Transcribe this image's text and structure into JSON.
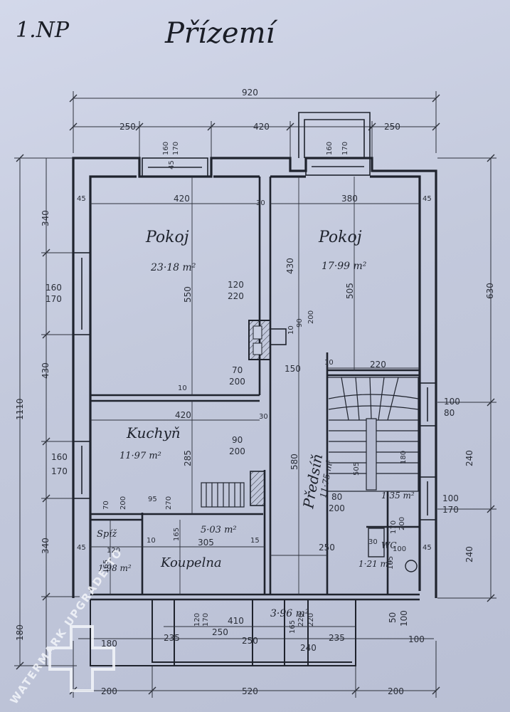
{
  "drawing": {
    "floor_code": "1.NP",
    "floor_title": "Přízemí",
    "overall_top": "920",
    "overall_left": "1110",
    "overall_right": "630",
    "bottom": {
      "left": "200",
      "middle": "520",
      "right": "200"
    },
    "top_segments": [
      "250",
      "420",
      "250"
    ],
    "bays": [
      {
        "top": "160",
        "bottom": "170"
      },
      {
        "top": "160",
        "bottom": "170"
      }
    ],
    "left_segments": [
      "340",
      "430",
      "340",
      "180"
    ],
    "right_segments": [
      "240",
      "240"
    ],
    "left_windows": [
      {
        "top": "160",
        "bottom": "170"
      },
      {
        "top": "160",
        "bottom": "170"
      }
    ],
    "right_windows": [
      {
        "top": "100",
        "bottom": "80"
      },
      {
        "top": "100",
        "bottom": "170"
      }
    ],
    "wall_thickness": [
      "45",
      "30",
      "45",
      "45",
      "10",
      "45",
      "15",
      "45",
      "30",
      "10"
    ],
    "rooms": [
      {
        "name": "Pokoj",
        "area": "23·18 m²",
        "width": "420",
        "depth": "550"
      },
      {
        "name": "Pokoj",
        "area": "17·99 m²",
        "width": "380",
        "depth": "505"
      },
      {
        "name": "Kuchyň",
        "area": "11·97 m²",
        "width": "420",
        "depth": "285"
      },
      {
        "name": "Spíž",
        "area": "1·98 m²",
        "width": "120",
        "depth": "165"
      },
      {
        "name": "Koupelna",
        "area": "5·03 m²",
        "width": "305",
        "depth": "165"
      },
      {
        "name": "Předsíň",
        "area": "11·75 m²",
        "width": "250",
        "depth": "580"
      },
      {
        "name": "WC",
        "area": "1·21 m²"
      },
      {
        "name": "",
        "area": "1·35 m²"
      },
      {
        "name": "",
        "area": "3·96 m²"
      }
    ],
    "openings": [
      "120",
      "220",
      "70",
      "200",
      "90",
      "200",
      "10",
      "90",
      "200",
      "80",
      "200",
      "95",
      "270",
      "70",
      "200",
      "150",
      "220",
      "430"
    ],
    "porch_dims": [
      "410",
      "250",
      "250",
      "235",
      "235",
      "240",
      "165",
      "100",
      "50",
      "100",
      "180",
      "120",
      "170",
      "220",
      "220"
    ],
    "stair_dims": [
      "505",
      "180",
      "170",
      "200",
      "100",
      "30",
      "105",
      "10"
    ],
    "watermark": "WATERMARK UPGRADE TO"
  }
}
